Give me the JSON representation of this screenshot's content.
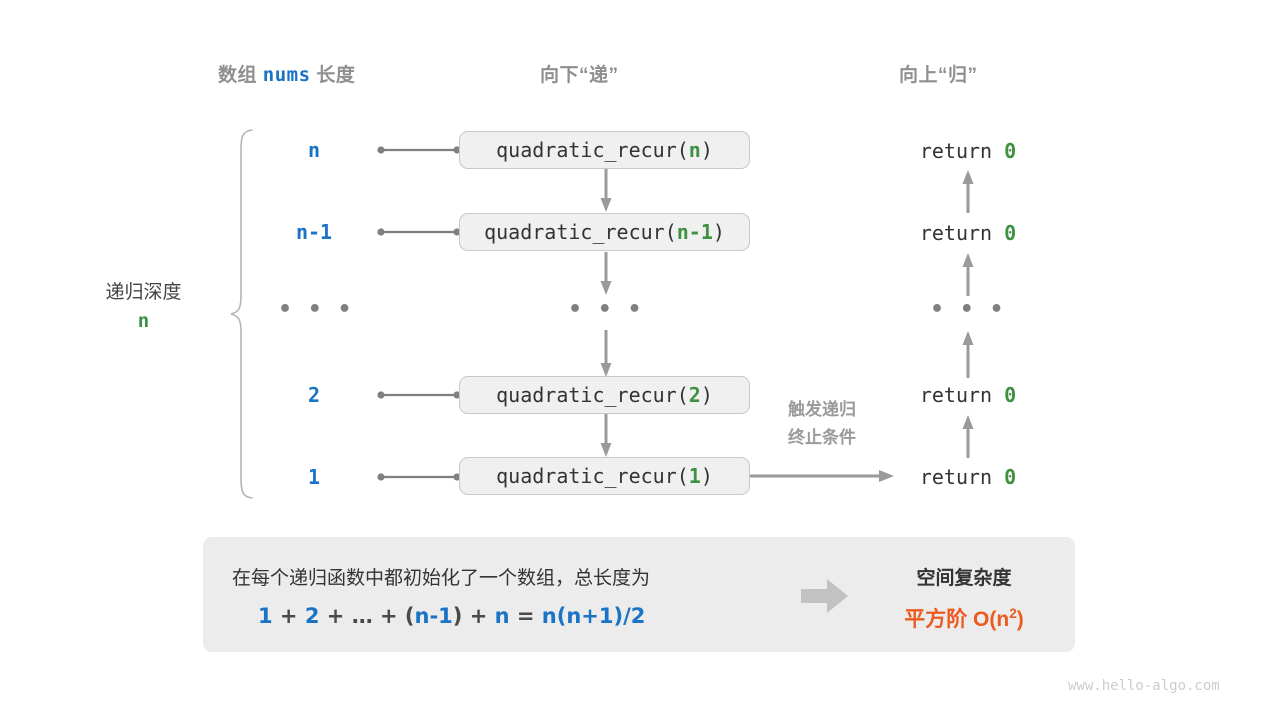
{
  "headers": {
    "left": "数组 nums 长度",
    "left_plain_a": "数组 ",
    "left_accent": "nums",
    "left_plain_b": " 长度",
    "middle": "向下“递”",
    "right": "向上“归”"
  },
  "depth": {
    "label": "递归深度",
    "value": "n"
  },
  "rows": [
    {
      "length": "n",
      "call": "quadratic_recur(n)",
      "call_prefix": "quadratic_recur(",
      "call_arg": "n",
      "call_suffix": ")",
      "return": "return 0",
      "return_keyword": "return ",
      "return_value": "0"
    },
    {
      "length": "n-1",
      "call": "quadratic_recur(n-1)",
      "call_prefix": "quadratic_recur(",
      "call_arg": "n-1",
      "call_suffix": ")",
      "return": "return 0",
      "return_keyword": "return ",
      "return_value": "0"
    },
    {
      "length": "...",
      "call": "...",
      "call_prefix": "",
      "call_arg": "",
      "call_suffix": "",
      "return": "...",
      "return_keyword": "",
      "return_value": ""
    },
    {
      "length": "2",
      "call": "quadratic_recur(2)",
      "call_prefix": "quadratic_recur(",
      "call_arg": "2",
      "call_suffix": ")",
      "return": "return 0",
      "return_keyword": "return ",
      "return_value": "0"
    },
    {
      "length": "1",
      "call": "quadratic_recur(1)",
      "call_prefix": "quadratic_recur(",
      "call_arg": "1",
      "call_suffix": ")",
      "return": "return 0",
      "return_keyword": "return ",
      "return_value": "0"
    }
  ],
  "ellipsis": "• • •",
  "trigger_note": {
    "line1": "触发递归",
    "line2": "终止条件"
  },
  "summary": {
    "text": "在每个递归函数中都初始化了一个数组，总长度为",
    "formula": "1 + 2 + … + (n-1) + n = n(n+1)/2",
    "formula_parts": [
      {
        "t": "1",
        "c": "b"
      },
      {
        "t": " + ",
        "c": "op"
      },
      {
        "t": "2",
        "c": "b"
      },
      {
        "t": " + ",
        "c": "op"
      },
      {
        "t": "…",
        "c": "op"
      },
      {
        "t": " + ",
        "c": "op"
      },
      {
        "t": "(",
        "c": "op"
      },
      {
        "t": "n-1",
        "c": "b"
      },
      {
        "t": ")",
        "c": "op"
      },
      {
        "t": " + ",
        "c": "op"
      },
      {
        "t": "n",
        "c": "b"
      },
      {
        "t": " = ",
        "c": "op"
      },
      {
        "t": "n(n+1)/2",
        "c": "b"
      }
    ],
    "right_title": "空间复杂度",
    "right_value": "平方阶 O(n²)",
    "right_value_prefix": "平方阶  O(n",
    "right_value_sup": "2",
    "right_value_suffix": ")"
  },
  "watermark": "www.hello-algo.com",
  "colors": {
    "blue": "#1a73c4",
    "green": "#3f9142",
    "orange": "#eb5b20",
    "gray_text": "#8f8f8f",
    "box_fill": "#f0f0f0",
    "box_border": "#c8c8c8",
    "panel_fill": "#ececec",
    "connector": "#808080"
  }
}
